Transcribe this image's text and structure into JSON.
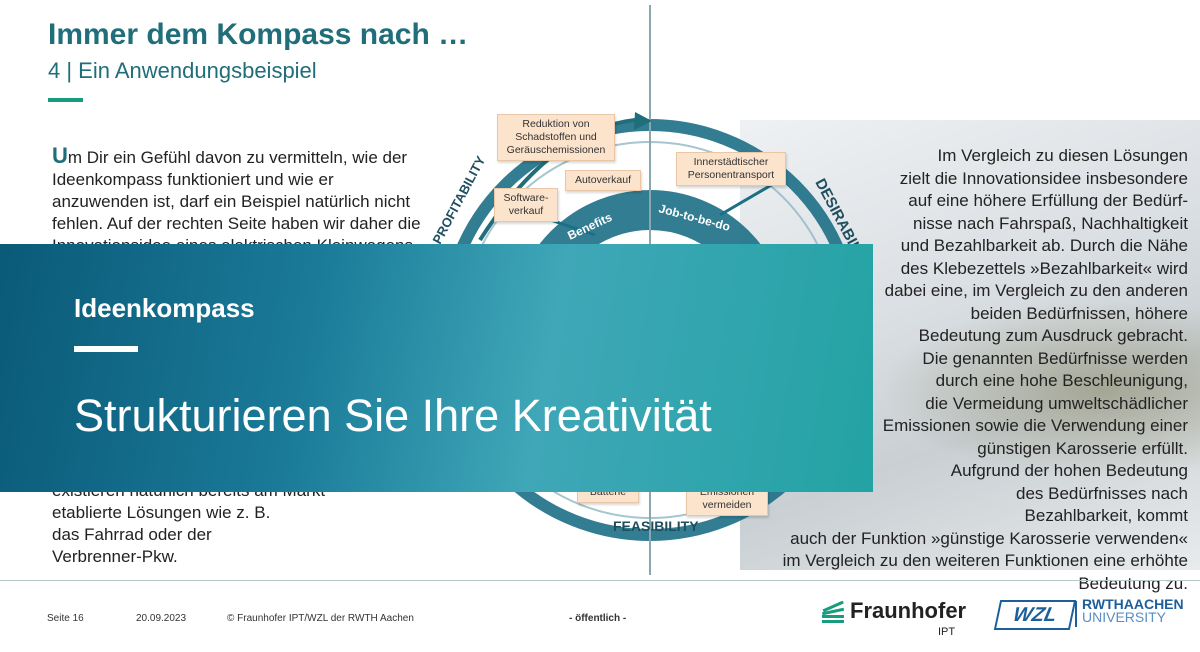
{
  "header": {
    "title": "Immer dem Kompass nach …",
    "subtitle": "4 | Ein Anwendungsbeispiel"
  },
  "left_column": {
    "dropcap": "U",
    "paragraph_lines": [
      "m Dir ein Gefühl davon zu vermitteln, wie der",
      "Ideenkompass funktioniert und wie er",
      "anzuwenden ist, darf ein Beispiel natürlich nicht",
      "fehlen. Auf der rechten Seite haben wir daher die",
      "Innovationsidee eines elektrischen Kleinwagens"
    ],
    "bottom_lines": [
      "existieren natürlich bereits am Markt",
      "etablierte Lösungen wie z. B.",
      "das Fahrrad oder der",
      "Verbrenner-Pkw."
    ]
  },
  "right_column": {
    "lines": [
      "Im Vergleich zu diesen Lösungen",
      "zielt die Innovationsidee insbesondere",
      "auf eine höhere Erfüllung der Bedürf-",
      "nisse nach Fahrspaß, Nachhaltigkeit",
      "und Bezahlbarkeit ab. Durch die Nähe",
      "des Klebezettels »Bezahlbarkeit« wird",
      "dabei eine, im Vergleich zu den anderen",
      "beiden Bedürfnissen, höhere",
      "Bedeutung zum Ausdruck gebracht.",
      "Die genannten Bedürfnisse werden",
      "durch eine hohe Beschleunigung,",
      "die Vermeidung umweltschädlicher",
      "Emissionen sowie die Verwendung einer",
      "günstigen Karosserie erfüllt.",
      "Aufgrund der hohen Bedeutung",
      "des Bedürfnisses nach",
      "Bezahlbarkeit, kommt",
      "auch der Funktion »günstige Karosserie verwenden«",
      "im Vergleich zu den weiteren Funktionen eine erhöhte",
      "Bedeutung zu."
    ]
  },
  "compass": {
    "axis_labels": {
      "profitability": "PROFITABILITY",
      "desirability": "DESIRABILI",
      "feasibility": "FEASIBILITY",
      "benefits": "Benefits",
      "job": "Job-to-be-do"
    },
    "notes": [
      "Reduktion von Schadstoffen und Geräuschemissionen",
      "Innerstädtischer Personentransport",
      "Autoverkauf",
      "Software-verkauf",
      "Batterie",
      "Emissionen vermeiden"
    ],
    "colors": {
      "ring": "#1d6f86",
      "arrow": "#1f6e7a",
      "note": "#fbe3cc"
    }
  },
  "banner": {
    "kicker": "Ideenkompass",
    "headline": "Strukturieren Sie Ihre Kreativität",
    "colors": {
      "start": "#0a5a78",
      "end": "#23a3a3"
    }
  },
  "footer": {
    "page": "Seite 16",
    "date": "20.09.2023",
    "copyright": "© Fraunhofer IPT/WZL der RWTH Aachen",
    "classification": "- öffentlich -",
    "fraunhofer_name": "Fraunhofer",
    "fraunhofer_sub": "IPT",
    "wzl": "WZL",
    "rwth_top": "RWTHAACHEN",
    "rwth_bottom": "UNIVERSITY"
  }
}
